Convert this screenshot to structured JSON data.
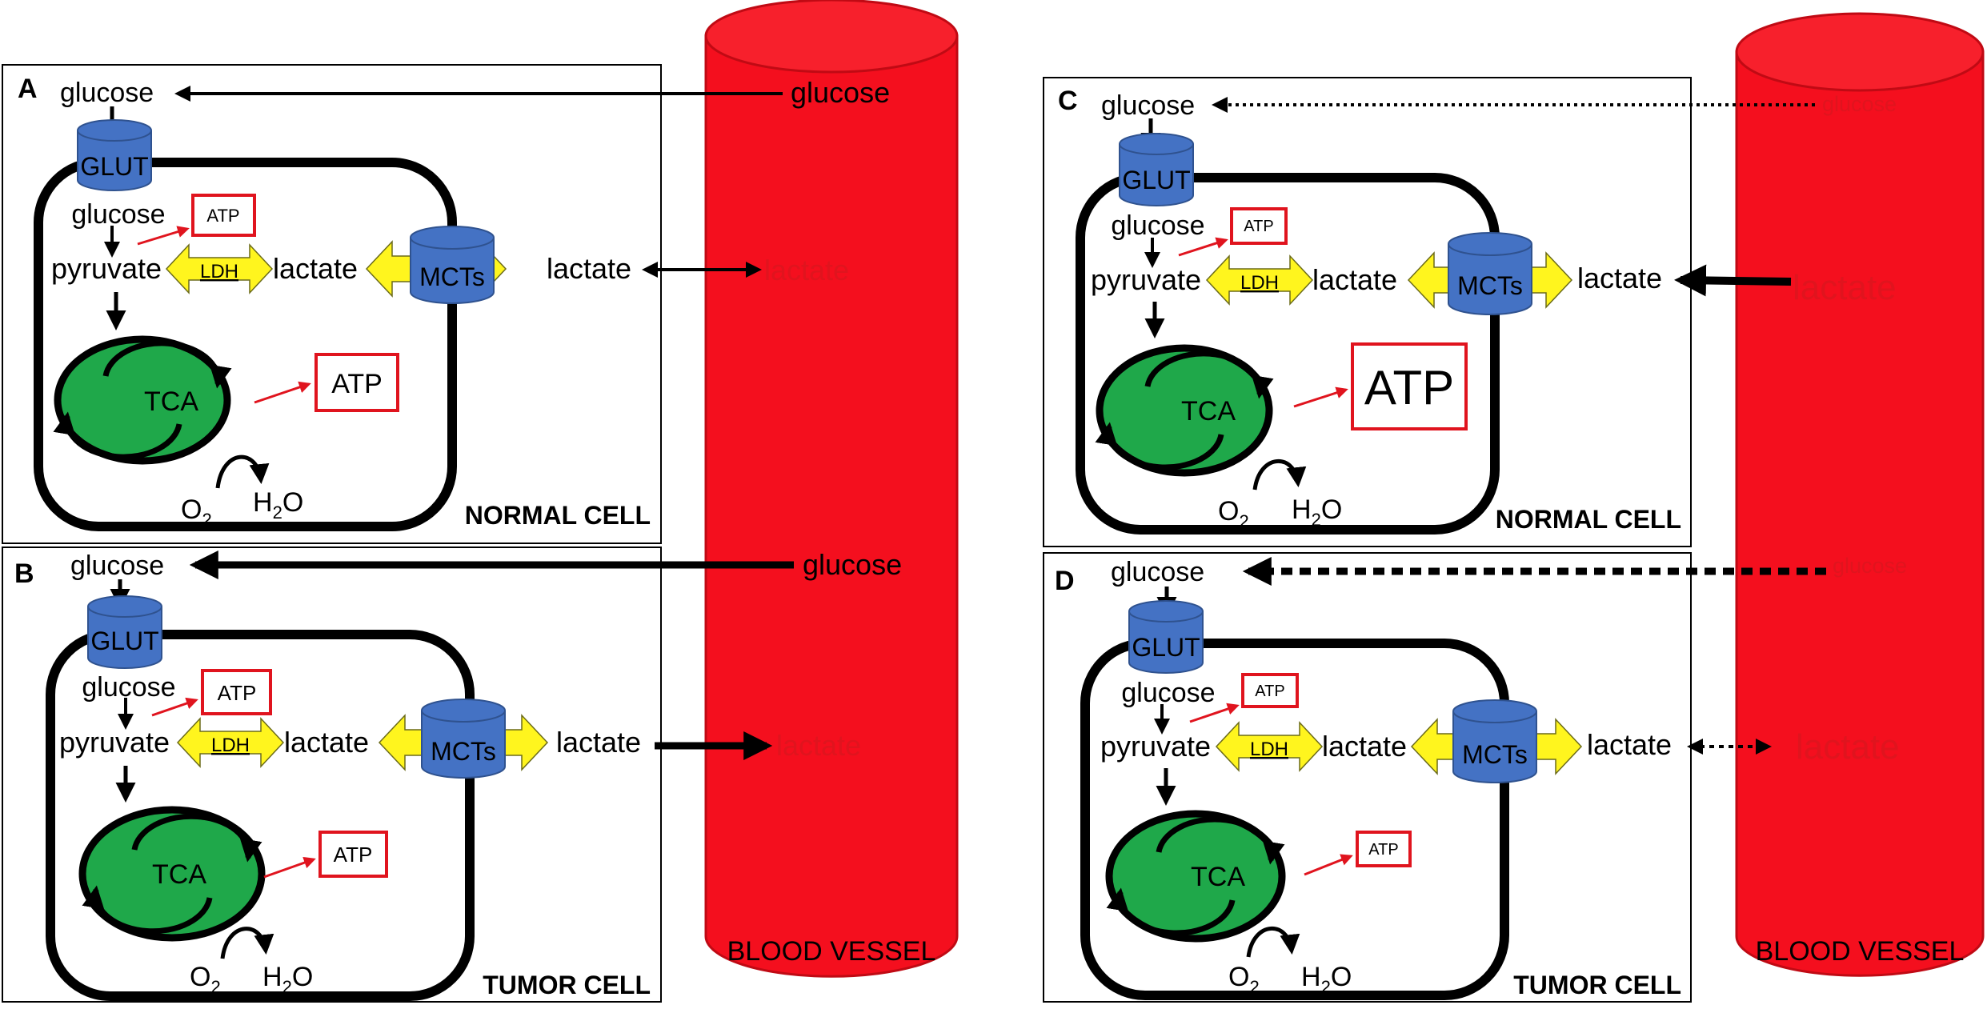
{
  "colors": {
    "vessel": "#f40f1e",
    "vessel_top": "#f7202c",
    "vessel_edge": "#c00a14",
    "glut": "#4472c4",
    "glut_edge": "#2f528f",
    "mito": "#1fa84a",
    "ldh_arrow": "#fff51e",
    "atp_box": "#e0141e",
    "label_red": "#e0141e",
    "ink": "#000000"
  },
  "vessels": [
    {
      "id": "left",
      "label": "BLOOD VESSEL"
    },
    {
      "id": "right",
      "label": "BLOOD VESSEL"
    }
  ],
  "panels": [
    {
      "id": "A",
      "letter": "A",
      "cell_label": "NORMAL CELL",
      "glucose_out": "glucose",
      "vessel_glucose": "glucose",
      "glut": "GLUT",
      "glucose_in": "glucose",
      "atp_glycolysis": "ATP",
      "pyruvate": "pyruvate",
      "ldh": "LDH",
      "lactate_in": "lactate",
      "mcts": "MCTs",
      "lactate_out": "lactate",
      "vessel_lactate": "lactate",
      "tca": "TCA",
      "atp_tca": "ATP",
      "o2": "O",
      "o2_sub": "2",
      "h2o_h": "H",
      "h2o_sub": "2",
      "h2o_o": "O"
    },
    {
      "id": "B",
      "letter": "B",
      "cell_label": "TUMOR CELL",
      "glucose_out": "glucose",
      "vessel_glucose": "glucose",
      "glut": "GLUT",
      "glucose_in": "glucose",
      "atp_glycolysis": "ATP",
      "pyruvate": "pyruvate",
      "ldh": "LDH",
      "lactate_in": "lactate",
      "mcts": "MCTs",
      "lactate_out": "lactate",
      "vessel_lactate": "lactate",
      "tca": "TCA",
      "atp_tca": "ATP",
      "o2": "O",
      "o2_sub": "2",
      "h2o_h": "H",
      "h2o_sub": "2",
      "h2o_o": "O"
    },
    {
      "id": "C",
      "letter": "C",
      "cell_label": "NORMAL CELL",
      "glucose_out": "glucose",
      "vessel_glucose": "glucose",
      "glut": "GLUT",
      "glucose_in": "glucose",
      "atp_glycolysis": "ATP",
      "pyruvate": "pyruvate",
      "ldh": "LDH",
      "lactate_in": "lactate",
      "mcts": "MCTs",
      "lactate_out": "lactate",
      "vessel_lactate": "lactate",
      "tca": "TCA",
      "atp_tca": "ATP",
      "o2": "O",
      "o2_sub": "2",
      "h2o_h": "H",
      "h2o_sub": "2",
      "h2o_o": "O"
    },
    {
      "id": "D",
      "letter": "D",
      "cell_label": "TUMOR CELL",
      "glucose_out": "glucose",
      "vessel_glucose": "glucose",
      "glut": "GLUT",
      "glucose_in": "glucose",
      "atp_glycolysis": "ATP",
      "pyruvate": "pyruvate",
      "ldh": "LDH",
      "lactate_in": "lactate",
      "mcts": "MCTs",
      "lactate_out": "lactate",
      "vessel_lactate": "lactate",
      "tca": "TCA",
      "atp_tca": "ATP",
      "o2": "O",
      "o2_sub": "2",
      "h2o_h": "H",
      "h2o_sub": "2",
      "h2o_o": "O"
    }
  ]
}
